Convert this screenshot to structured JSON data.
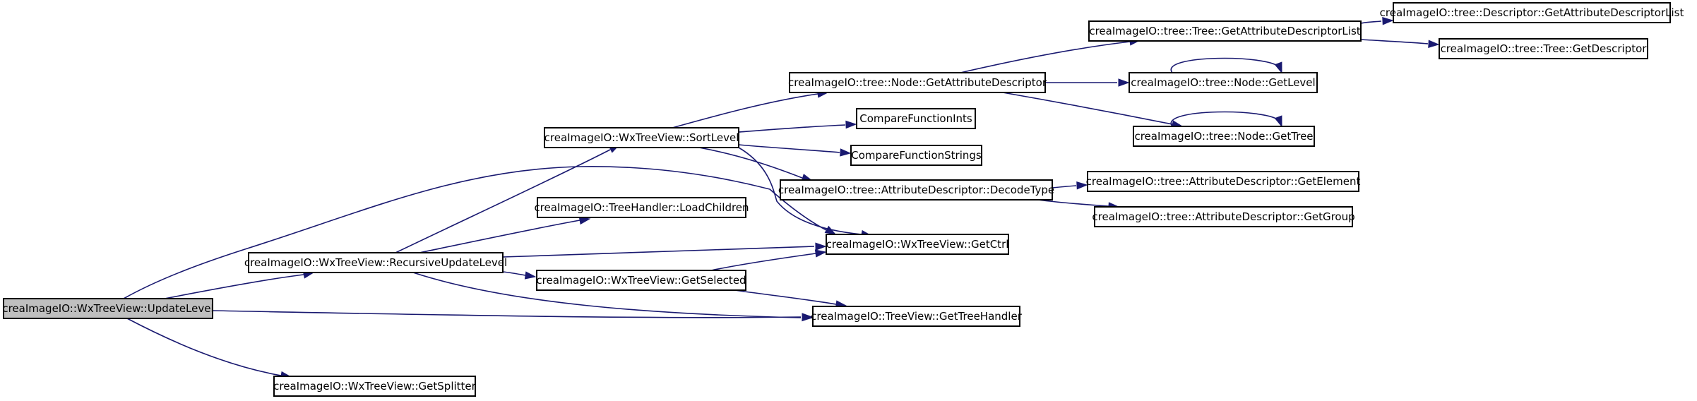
{
  "nodes": [
    {
      "id": "updatelevel",
      "label": "creaImageIO::WxTreeView::UpdateLevel",
      "root": true
    },
    {
      "id": "recursive",
      "label": "creaImageIO::WxTreeView::RecursiveUpdateLevel"
    },
    {
      "id": "getsplitter",
      "label": "creaImageIO::WxTreeView::GetSplitter"
    },
    {
      "id": "sortlevel",
      "label": "creaImageIO::WxTreeView::SortLevel"
    },
    {
      "id": "loadchildren",
      "label": "creaImageIO::TreeHandler::LoadChildren"
    },
    {
      "id": "getselected",
      "label": "creaImageIO::WxTreeView::GetSelected"
    },
    {
      "id": "getctrl",
      "label": "creaImageIO::WxTreeView::GetCtrl"
    },
    {
      "id": "gettreehandler",
      "label": "creaImageIO::TreeView::GetTreeHandler"
    },
    {
      "id": "nodegetattrdesc",
      "label": "creaImageIO::tree::Node::GetAttributeDescriptor"
    },
    {
      "id": "cmpints",
      "label": "CompareFunctionInts"
    },
    {
      "id": "cmpstrings",
      "label": "CompareFunctionStrings"
    },
    {
      "id": "decodetype",
      "label": "creaImageIO::tree::AttributeDescriptor::DecodeType"
    },
    {
      "id": "treegetattrdesclist",
      "label": "creaImageIO::tree::Tree::GetAttributeDescriptorList"
    },
    {
      "id": "nodegetlevel",
      "label": "creaImageIO::tree::Node::GetLevel"
    },
    {
      "id": "nodegettree",
      "label": "creaImageIO::tree::Node::GetTree"
    },
    {
      "id": "getelement",
      "label": "creaImageIO::tree::AttributeDescriptor::GetElement"
    },
    {
      "id": "getgroup",
      "label": "creaImageIO::tree::AttributeDescriptor::GetGroup"
    },
    {
      "id": "descgetattrdesclist",
      "label": "creaImageIO::tree::Descriptor::GetAttributeDescriptorList"
    },
    {
      "id": "treegetdescriptor",
      "label": "creaImageIO::tree::Tree::GetDescriptor"
    }
  ],
  "edges": [
    {
      "from": "updatelevel",
      "to": "recursive"
    },
    {
      "from": "updatelevel",
      "to": "getctrl"
    },
    {
      "from": "updatelevel",
      "to": "gettreehandler"
    },
    {
      "from": "updatelevel",
      "to": "getsplitter"
    },
    {
      "from": "recursive",
      "to": "sortlevel"
    },
    {
      "from": "recursive",
      "to": "loadchildren"
    },
    {
      "from": "recursive",
      "to": "getctrl"
    },
    {
      "from": "recursive",
      "to": "getselected"
    },
    {
      "from": "recursive",
      "to": "gettreehandler"
    },
    {
      "from": "sortlevel",
      "to": "nodegetattrdesc"
    },
    {
      "from": "sortlevel",
      "to": "cmpints"
    },
    {
      "from": "sortlevel",
      "to": "cmpstrings"
    },
    {
      "from": "sortlevel",
      "to": "decodetype"
    },
    {
      "from": "sortlevel",
      "to": "getctrl"
    },
    {
      "from": "getselected",
      "to": "getctrl"
    },
    {
      "from": "getselected",
      "to": "gettreehandler"
    },
    {
      "from": "nodegetattrdesc",
      "to": "treegetattrdesclist"
    },
    {
      "from": "nodegetattrdesc",
      "to": "nodegetlevel"
    },
    {
      "from": "nodegetattrdesc",
      "to": "nodegettree"
    },
    {
      "from": "nodegetlevel",
      "to": "nodegetlevel"
    },
    {
      "from": "nodegettree",
      "to": "nodegettree"
    },
    {
      "from": "decodetype",
      "to": "getelement"
    },
    {
      "from": "decodetype",
      "to": "getgroup"
    },
    {
      "from": "treegetattrdesclist",
      "to": "descgetattrdesclist"
    },
    {
      "from": "treegetattrdesclist",
      "to": "treegetdescriptor"
    }
  ]
}
